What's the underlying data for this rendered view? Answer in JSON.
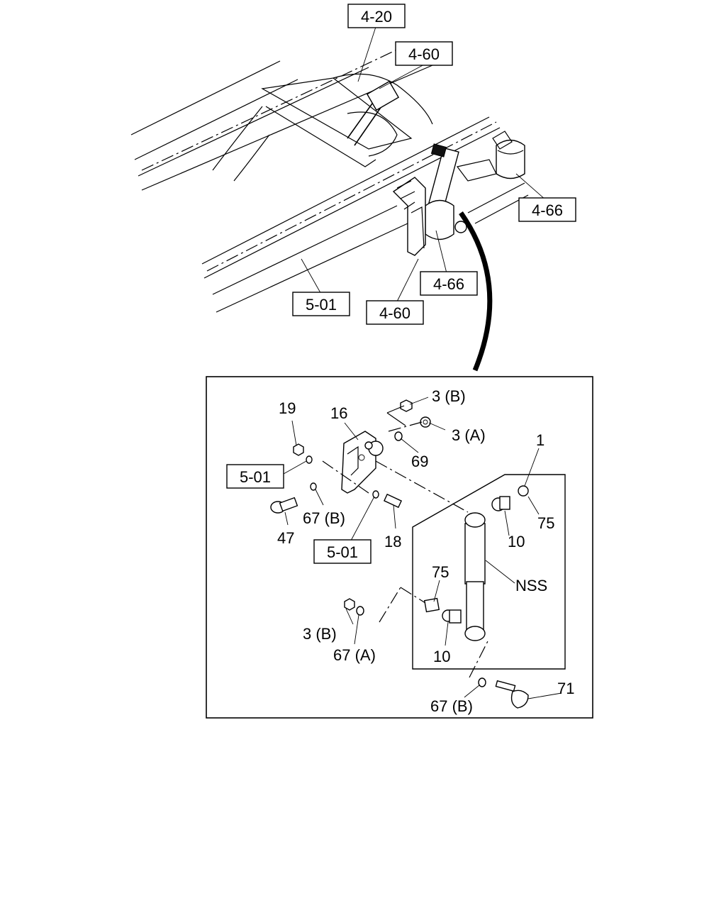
{
  "callouts": {
    "ref_4_20": "4-20",
    "ref_4_60_top": "4-60",
    "ref_4_66_right": "4-66",
    "ref_4_66_mid": "4-66",
    "ref_5_01_frame": "5-01",
    "ref_4_60_bottom": "4-60",
    "ref_5_01_detail_a": "5-01",
    "ref_5_01_detail_b": "5-01"
  },
  "parts": {
    "p1": "1",
    "p3b_top": "3 (B)",
    "p3a": "3 (A)",
    "p69": "69",
    "p16": "16",
    "p19": "19",
    "p47": "47",
    "p67b_left": "67 (B)",
    "p18": "18",
    "p75_top": "75",
    "p10_top": "10",
    "nss": "NSS",
    "p75_mid": "75",
    "p10_mid": "10",
    "p3b_bottom": "3 (B)",
    "p67a": "67 (A)",
    "p67b_bottom": "67 (B)",
    "p71": "71"
  }
}
